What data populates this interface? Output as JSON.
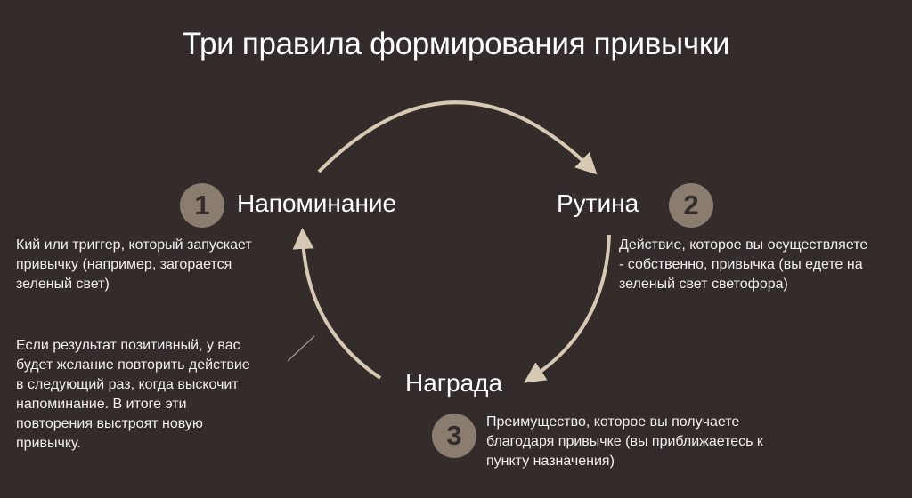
{
  "title": "Три правила формирования привычки",
  "colors": {
    "background": "#342c2a",
    "arrow": "#d8c9b4",
    "badge": "#8a7d70",
    "text": "#ffffff"
  },
  "stages": [
    {
      "number": "1",
      "name": "Напоминание",
      "description_lines": [
        "Кий или триггер, который запускает",
        "привычку (например, загорается",
        "зеленый свет)"
      ]
    },
    {
      "number": "2",
      "name": "Рутина",
      "description_lines": [
        "Действие, которое вы осуществляете",
        "- собственно, привычка (вы едете на",
        "зеленый свет светофора)"
      ]
    },
    {
      "number": "3",
      "name": "Награда",
      "description_lines": [
        "Преимущество, которое вы получаете",
        "благодаря привычке (вы приближаетесь к",
        "пункту назначения)"
      ]
    }
  ],
  "loop_note_lines": [
    "Если результат позитивный, у вас",
    "будет желание повторить действие",
    "в следующий раз, когда выскочит",
    "напоминание. В итоге эти",
    "повторения выстроят новую",
    "привычку."
  ]
}
